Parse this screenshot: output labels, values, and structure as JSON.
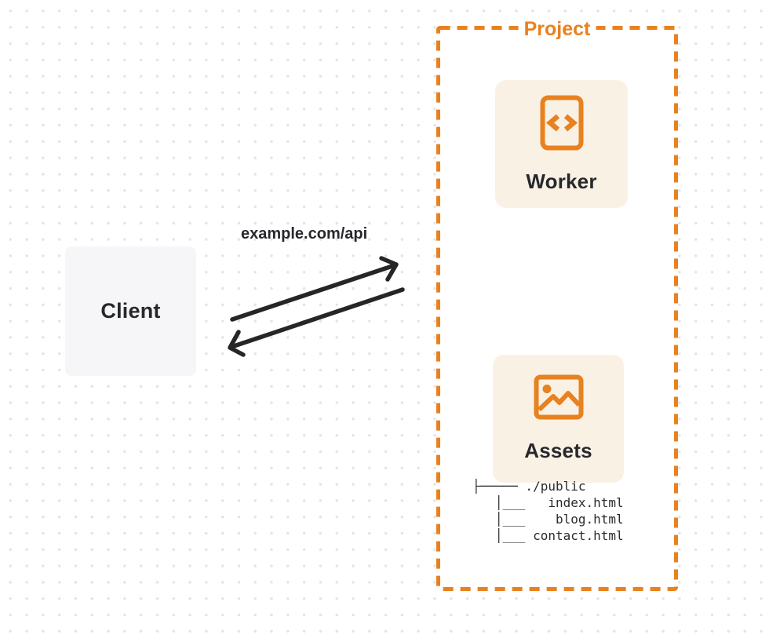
{
  "colors": {
    "accent_orange": "#e8811f",
    "card_cream": "#faf1e5",
    "client_gray": "#f6f6f8",
    "ink": "#26282b",
    "arrow_black": "#262626",
    "dot_grid": "#e3e3e6"
  },
  "client": {
    "label": "Client"
  },
  "connection": {
    "url_label": "example.com/api",
    "request_arrow": "client-to-project",
    "response_arrow": "project-to-client"
  },
  "project": {
    "label": "Project",
    "worker": {
      "label": "Worker",
      "icon": "code-file-icon"
    },
    "assets": {
      "label": "Assets",
      "icon": "image-icon",
      "file_tree": "├───── ./public\n   │___   index.html\n   │___    blog.html\n   │___ contact.html"
    }
  }
}
